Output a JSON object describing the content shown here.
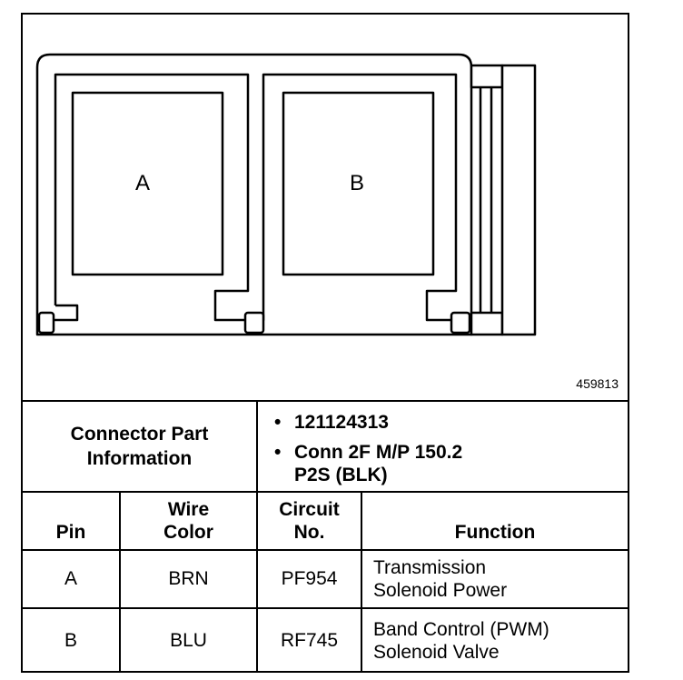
{
  "diagram": {
    "cavity_labels": [
      "A",
      "B"
    ],
    "figure_number": "459813"
  },
  "info": {
    "title_line1": "Connector Part",
    "title_line2": "Information",
    "bullets": [
      "121124313",
      "Conn 2F M/P 150.2",
      "P2S (BLK)"
    ]
  },
  "table": {
    "headers": {
      "pin": "Pin",
      "wire_line1": "Wire",
      "wire_line2": "Color",
      "circuit_line1": "Circuit",
      "circuit_line2": "No.",
      "function": "Function"
    },
    "rows": [
      {
        "pin": "A",
        "color": "BRN",
        "circuit": "PF954",
        "function_line1": "Transmission",
        "function_line2": "Solenoid Power"
      },
      {
        "pin": "B",
        "color": "BLU",
        "circuit": "RF745",
        "function_line1": "Band Control (PWM)",
        "function_line2": "Solenoid Valve"
      }
    ]
  }
}
